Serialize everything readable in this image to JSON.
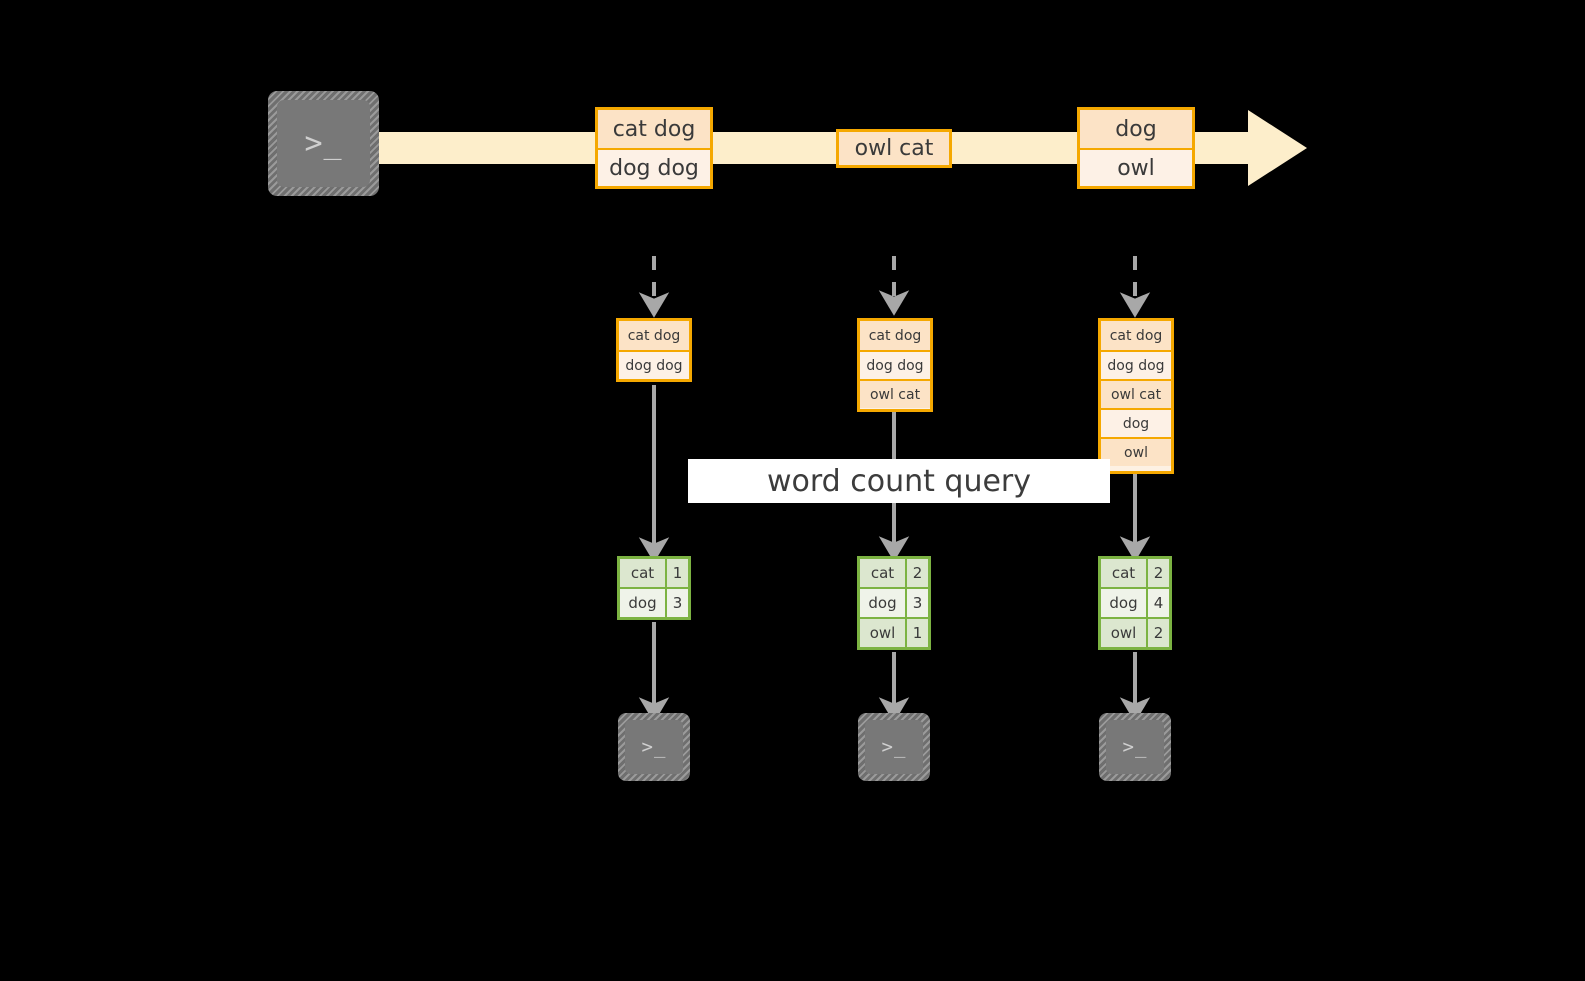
{
  "diagram": {
    "title_label": "word count query",
    "colors": {
      "stream_band": "#fdeecb",
      "msg_border": "#f5a800",
      "msg_cell_dark": "#fce3c6",
      "msg_cell_light": "#fdf1e6",
      "table_border": "#7cb342",
      "table_cell_dark": "#dce7cf",
      "table_cell_light": "#eff3e9",
      "arrow": "#a8a8a8",
      "terminal_fill": "#787878",
      "background": "#000000"
    },
    "source_terminal": {
      "icon": "terminal-prompt-icon",
      "glyph": ">_"
    },
    "stream": {
      "icon": "stream-arrow-icon",
      "messages": [
        {
          "name": "stream-message-1",
          "cells": [
            "cat dog",
            "dog dog"
          ]
        },
        {
          "name": "stream-message-2",
          "cells": [
            "owl cat"
          ]
        },
        {
          "name": "stream-message-3",
          "cells": [
            "dog",
            "owl"
          ]
        }
      ]
    },
    "snapshots": [
      {
        "name": "snapshot-1",
        "input_rows": [
          "cat dog",
          "dog dog"
        ],
        "result_rows": [
          {
            "word": "cat",
            "count": "1"
          },
          {
            "word": "dog",
            "count": "3"
          }
        ],
        "sink": {
          "icon": "terminal-prompt-icon",
          "glyph": ">_"
        }
      },
      {
        "name": "snapshot-2",
        "input_rows": [
          "cat dog",
          "dog dog",
          "owl cat"
        ],
        "result_rows": [
          {
            "word": "cat",
            "count": "2"
          },
          {
            "word": "dog",
            "count": "3"
          },
          {
            "word": "owl",
            "count": "1"
          }
        ],
        "sink": {
          "icon": "terminal-prompt-icon",
          "glyph": ">_"
        }
      },
      {
        "name": "snapshot-3",
        "input_rows": [
          "cat dog",
          "dog dog",
          "owl cat",
          "dog",
          "owl"
        ],
        "result_rows": [
          {
            "word": "cat",
            "count": "2"
          },
          {
            "word": "dog",
            "count": "4"
          },
          {
            "word": "owl",
            "count": "2"
          }
        ],
        "sink": {
          "icon": "terminal-prompt-icon",
          "glyph": ">_"
        }
      }
    ]
  }
}
